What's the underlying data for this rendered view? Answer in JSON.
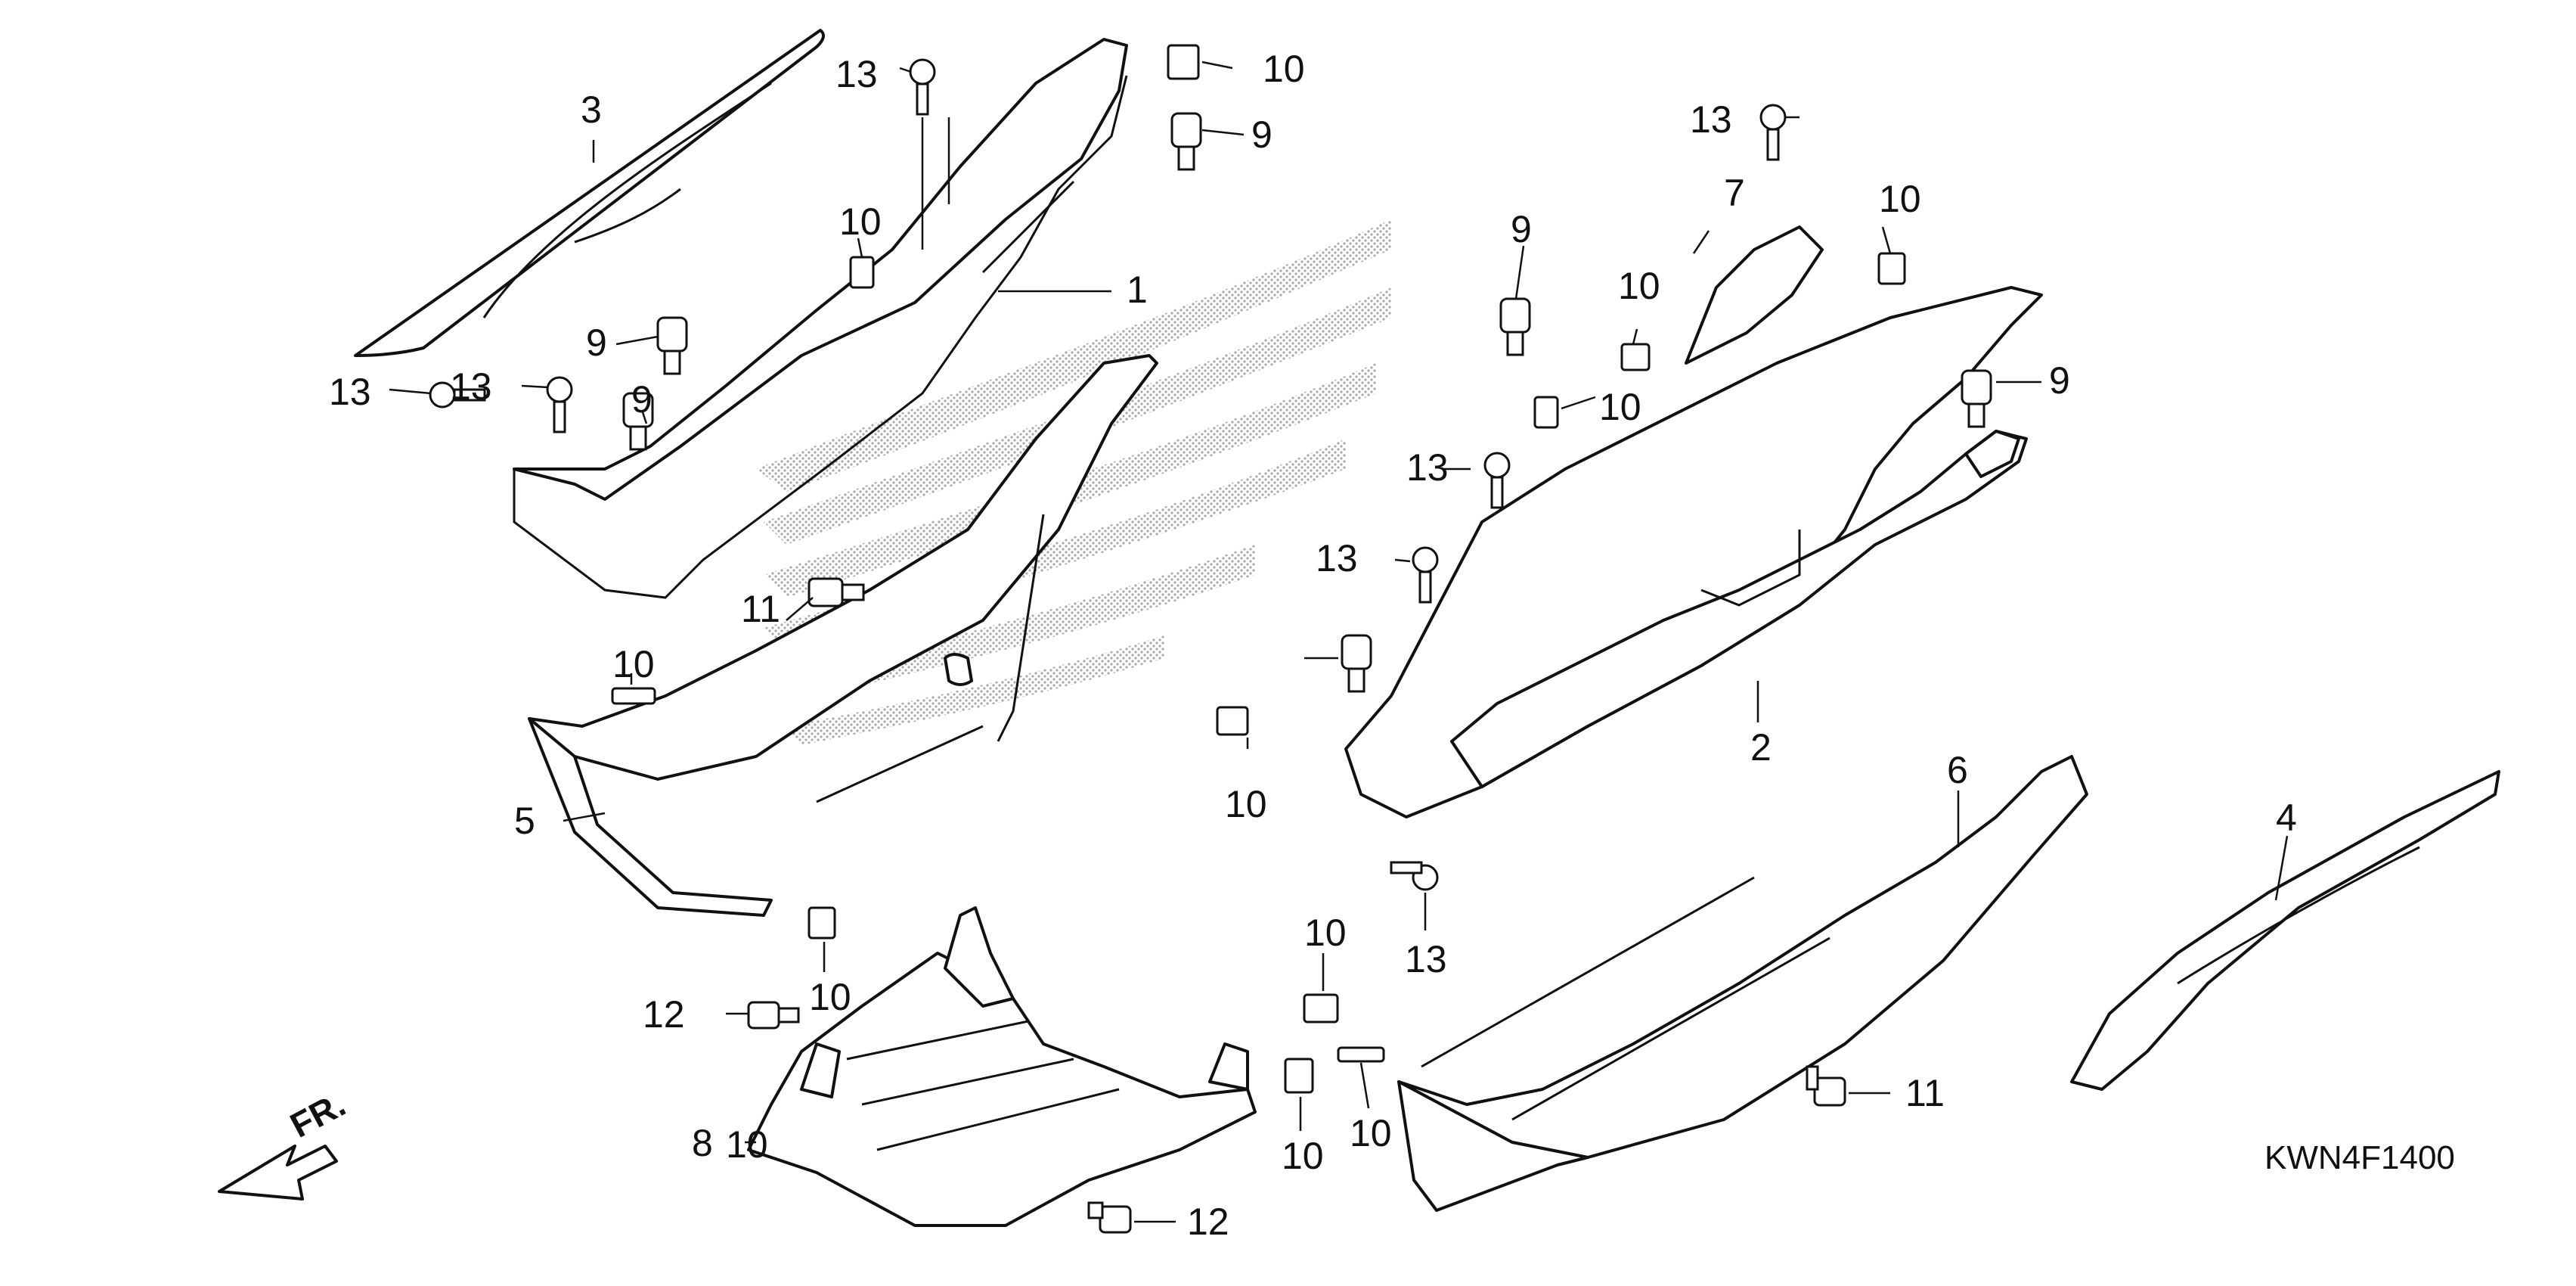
{
  "diagram": {
    "code": "KWN4F1400",
    "front_indicator": "FR.",
    "colors": {
      "line": "#111111",
      "background": "#ffffff",
      "watermark": "#b8b8b8"
    },
    "callouts": [
      {
        "id": "c1",
        "text": "1"
      },
      {
        "id": "c2",
        "text": "2"
      },
      {
        "id": "c3",
        "text": "3"
      },
      {
        "id": "c4",
        "text": "4"
      },
      {
        "id": "c5",
        "text": "5"
      },
      {
        "id": "c6",
        "text": "6"
      },
      {
        "id": "c7",
        "text": "7"
      },
      {
        "id": "c8",
        "text": "8"
      },
      {
        "id": "c9a",
        "text": "9"
      },
      {
        "id": "c9b",
        "text": "9"
      },
      {
        "id": "c9c",
        "text": "9"
      },
      {
        "id": "c9d",
        "text": "9"
      },
      {
        "id": "c9e",
        "text": "9"
      },
      {
        "id": "c10a",
        "text": "10"
      },
      {
        "id": "c10b",
        "text": "10"
      },
      {
        "id": "c10c",
        "text": "10"
      },
      {
        "id": "c10d",
        "text": "10"
      },
      {
        "id": "c10e",
        "text": "10"
      },
      {
        "id": "c10f",
        "text": "10"
      },
      {
        "id": "c10g",
        "text": "10"
      },
      {
        "id": "c10h",
        "text": "10"
      },
      {
        "id": "c10i",
        "text": "10"
      },
      {
        "id": "c10j",
        "text": "10"
      },
      {
        "id": "c10k",
        "text": "10"
      },
      {
        "id": "c10l",
        "text": "10"
      },
      {
        "id": "c11a",
        "text": "11"
      },
      {
        "id": "c11b",
        "text": "11"
      },
      {
        "id": "c12a",
        "text": "12"
      },
      {
        "id": "c12b",
        "text": "12"
      },
      {
        "id": "c13a",
        "text": "13"
      },
      {
        "id": "c13b",
        "text": "13"
      },
      {
        "id": "c13c",
        "text": "13"
      },
      {
        "id": "c13d",
        "text": "13"
      },
      {
        "id": "c13e",
        "text": "13"
      },
      {
        "id": "c13f",
        "text": "13"
      },
      {
        "id": "c13g",
        "text": "13"
      }
    ]
  }
}
